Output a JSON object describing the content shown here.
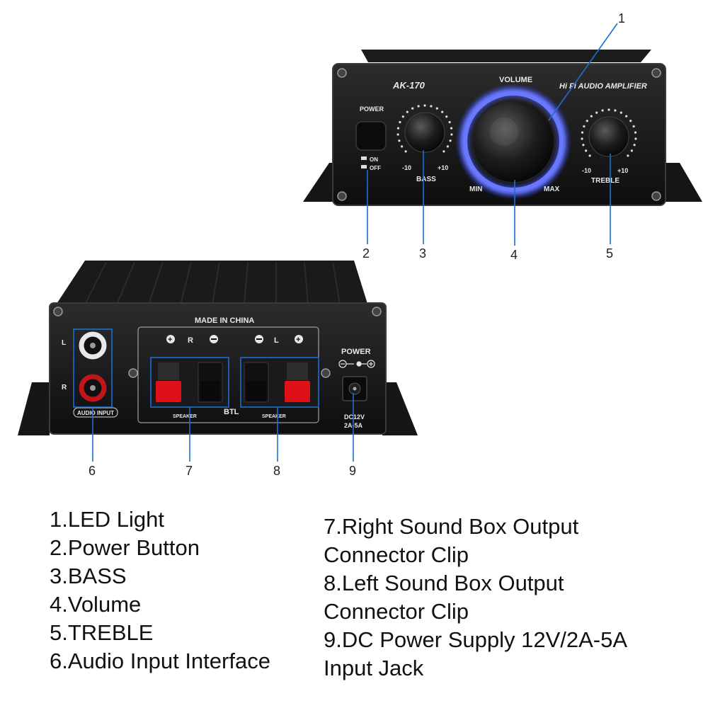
{
  "front_panel": {
    "model": "AK-170",
    "title": "Hi Fi AUDIO AMPLIFIER",
    "volume_label": "VOLUME",
    "power_label": "POWER",
    "on_label": "ON",
    "off_label": "OFF",
    "bass_label": "BASS",
    "treble_label": "TREBLE",
    "min_label": "MIN",
    "max_label": "MAX",
    "minus10": "-10",
    "plus10": "+10",
    "led_color": "#5566ff"
  },
  "rear_panel": {
    "made_in": "MADE IN CHINA",
    "channel_right": "R",
    "channel_left": "L",
    "audio_input_label": "AUDIO INPUT",
    "l_jack": "L",
    "r_jack": "R",
    "btl": "BTL",
    "speaker_label": "SPEAKER",
    "power_label": "POWER",
    "dc_label_1": "DC12V",
    "dc_label_2": "2A-5A",
    "jack_colors": {
      "left": "#e8e8e8",
      "right": "#c0161a"
    },
    "clip_color": "#e0101a"
  },
  "callouts": {
    "n1": "1",
    "n2": "2",
    "n3": "3",
    "n4": "4",
    "n5": "5",
    "n6": "6",
    "n7": "7",
    "n8": "8",
    "n9": "9",
    "line_color": "#1a6fd1"
  },
  "legend": {
    "left": [
      "1.LED Light",
      "2.Power Button",
      "3.BASS",
      "4.Volume",
      "5.TREBLE",
      "6.Audio Input Interface"
    ],
    "right": [
      "7.Right Sound Box Output",
      "Connector Clip",
      "8.Left Sound Box Output",
      "Connector Clip",
      "9.DC Power Supply 12V/2A-5A",
      "Input Jack"
    ]
  }
}
